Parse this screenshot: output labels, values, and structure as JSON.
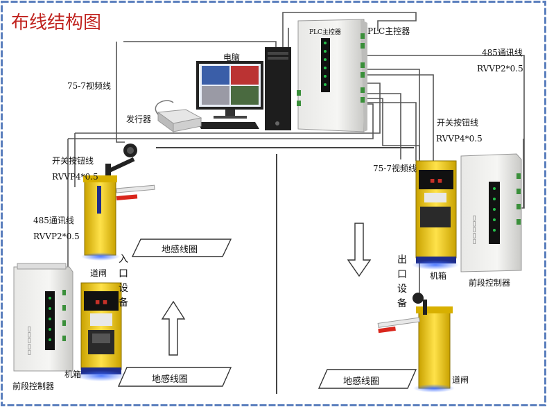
{
  "title": "布线结构图",
  "labels": {
    "computer": "电脑",
    "plc_box": "PLC主控器",
    "plc_main": "PLC主控器",
    "issuer": "发行器",
    "video_left": "75-7视频线",
    "video_right": "75-7视频线",
    "switch_left": "开关按钮线",
    "switch_left_spec": "RVVP4*0.5",
    "switch_right": "开关按钮线",
    "switch_right_spec": "RVVP4*0.5",
    "comm_left": "485通讯线",
    "comm_left_spec": "RVVP2*0.5",
    "comm_right": "485通讯线",
    "comm_right_spec": "RVVP2*0.5",
    "entry_device": "入口设备",
    "exit_device": "出口设备",
    "loop_entry": "地感线圈",
    "loop_entry_bottom": "地感线圈",
    "loop_exit": "地感线圈",
    "gate_left": "道闸",
    "gate_right": "道闸",
    "kiosk_left": "机箱",
    "kiosk_right": "机箱",
    "controller_left": "前段控制器",
    "controller_right": "前段控制器"
  },
  "colors": {
    "title": "#c0231f",
    "frame": "#5b7fbd",
    "wire": "#555555",
    "kiosk": "#f0c800",
    "barrier_red": "#d9261c"
  }
}
